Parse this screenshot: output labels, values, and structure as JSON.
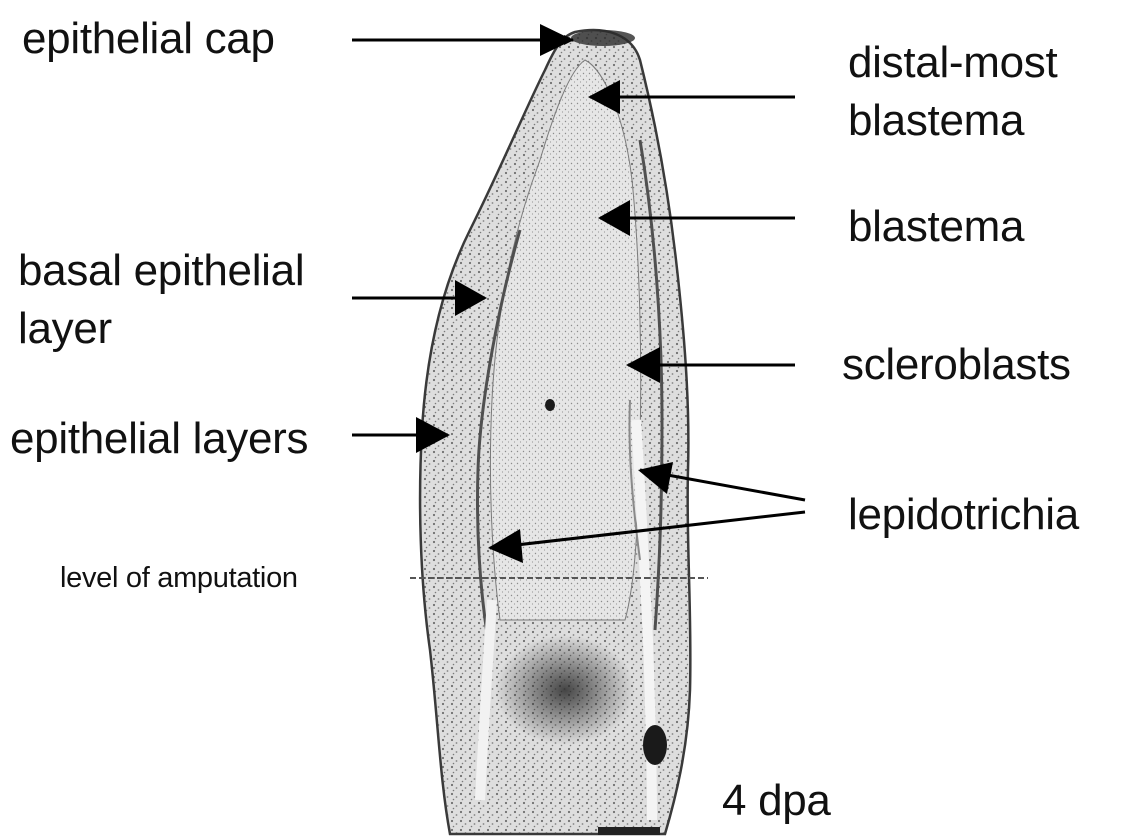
{
  "diagram": {
    "labels": {
      "epithelial_cap": "epithelial cap",
      "distal_most_blastema_line1": "distal-most",
      "distal_most_blastema_line2": "blastema",
      "blastema": "blastema",
      "basal_epithelial_layer_line1": "basal epithelial",
      "basal_epithelial_layer_line2": "layer",
      "scleroblasts": "scleroblasts",
      "epithelial_layers": "epithelial layers",
      "lepidotrichia": "lepidotrichia",
      "level_of_amputation": "level of amputation",
      "stage": "4 dpa"
    },
    "colors": {
      "tissue_fill": "#dcdcdc",
      "tissue_outline": "#3a3a3a",
      "arrow": "#000000",
      "text": "#111111"
    }
  }
}
